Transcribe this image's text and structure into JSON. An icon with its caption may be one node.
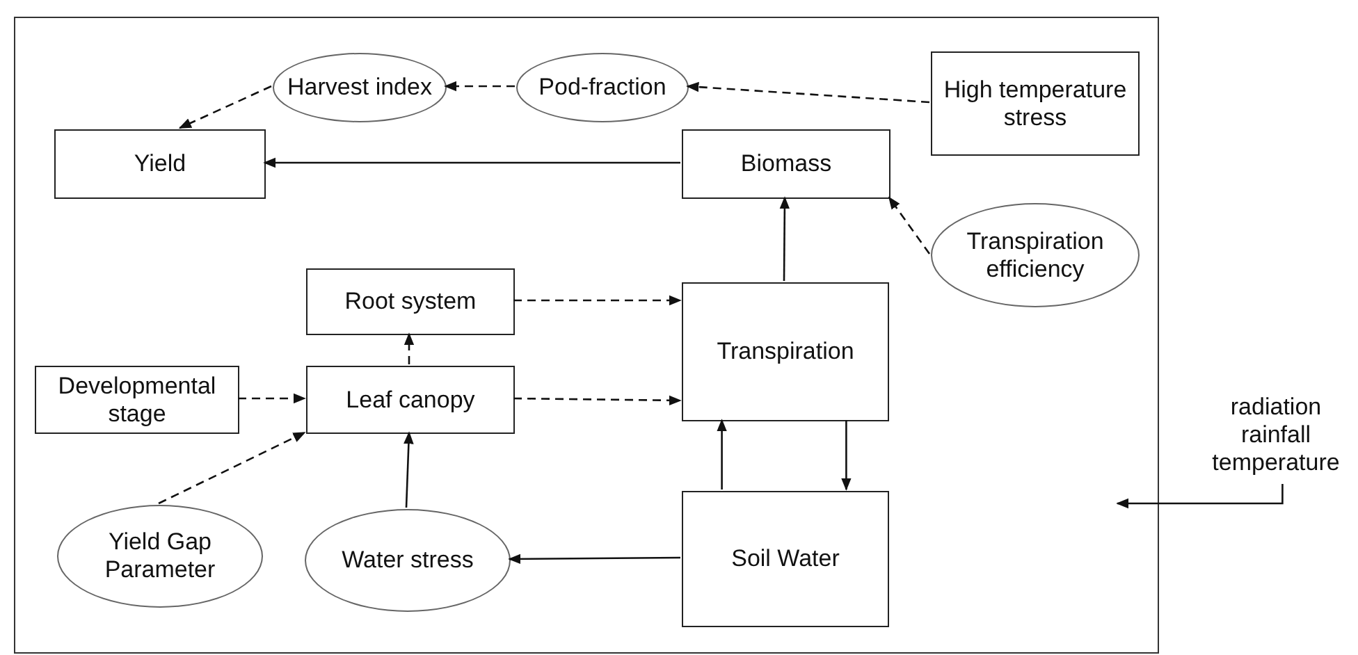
{
  "diagram": {
    "nodes": [
      {
        "text": [],
        "shape": "box"
      },
      {
        "text": [
          "Harvest index"
        ],
        "in": 0
      },
      {
        "text": [
          "Pod-fraction"
        ],
        "in": 0
      },
      {
        "text": [
          "High temperature stress"
        ],
        "in": 0
      },
      {
        "text": [
          "Yield"
        ],
        "in": 0
      },
      {
        "text": [
          "Biomass"
        ],
        "in": 0
      },
      {
        "text": [
          "Transpiration efficiency"
        ],
        "in": 0
      },
      {
        "text": [
          "Root system"
        ],
        "in": 0
      },
      {
        "text": [
          "Transpiration"
        ],
        "in": 0
      },
      {
        "text": [
          "Developmental stage"
        ],
        "in": 0
      },
      {
        "text": [
          "Leaf canopy"
        ],
        "in": 0
      },
      {
        "text": [
          "Yield Gap Parameter"
        ],
        "in": 0
      },
      {
        "text": [
          "Water stress"
        ],
        "in": 0
      },
      {
        "text": [
          "Soil Water"
        ],
        "in": 0
      },
      {
        "text": [
          "radiation rainfall temperature"
        ]
      }
    ],
    "edges": [
      {
        "from": 1,
        "to": 4,
        "arrow": "to",
        "style": "dashed"
      },
      {
        "from": 2,
        "to": 1,
        "arrow": "to",
        "style": "dashed"
      },
      {
        "from": 3,
        "to": 2,
        "arrow": "to",
        "style": "dashed"
      },
      {
        "from": 5,
        "to": 4,
        "arrow": "to"
      },
      {
        "from": 6,
        "to": 5,
        "arrow": "to",
        "style": "dashed"
      },
      {
        "from": 8,
        "to": 5,
        "arrow": "to"
      },
      {
        "from": 7,
        "to": 8,
        "arrow": "to",
        "style": "dashed"
      },
      {
        "from": 10,
        "to": 7,
        "arrow": "to",
        "style": "dashed"
      },
      {
        "from": 9,
        "to": 10,
        "arrow": "to",
        "style": "dashed"
      },
      {
        "from": 10,
        "to": 8,
        "arrow": "to",
        "style": "dashed"
      },
      {
        "from": 11,
        "to": 10,
        "arrow": "to",
        "style": "dashed"
      },
      {
        "from": 12,
        "to": 10,
        "arrow": "to"
      },
      {
        "from": 13,
        "to": 8,
        "arrow": "to"
      },
      {
        "from": 8,
        "to": 13,
        "arrow": "to"
      },
      {
        "from": 13,
        "to": 12,
        "arrow": "to"
      },
      {
        "from": 14,
        "to": null,
        "arrow": "to"
      }
    ]
  }
}
